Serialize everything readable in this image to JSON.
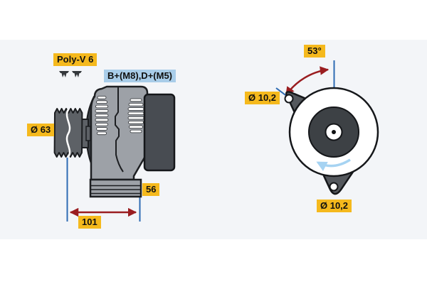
{
  "palette": {
    "label_yellow": "#f5b91d",
    "label_blue": "#a9cde9",
    "dimension_line_blue": "#2e6bb3",
    "dimension_arrow_red": "#9a1d20",
    "rotation_arrow_light_blue": "#a6d3f2",
    "body_gray": "#9da1a7",
    "dark_gray": "#44484e",
    "background_band": "#f3f5f8"
  },
  "side_view": {
    "belt_type": "Poly-V 6",
    "terminals": "B+(M8),D+(M5)",
    "pulley_diameter": "Ø 63",
    "rear_depth": "56",
    "mounting_length": "101"
  },
  "rear_view": {
    "mounting_angle": "53°",
    "hole_diameter_top": "Ø 10,2",
    "hole_diameter_bottom": "Ø 10,2"
  }
}
